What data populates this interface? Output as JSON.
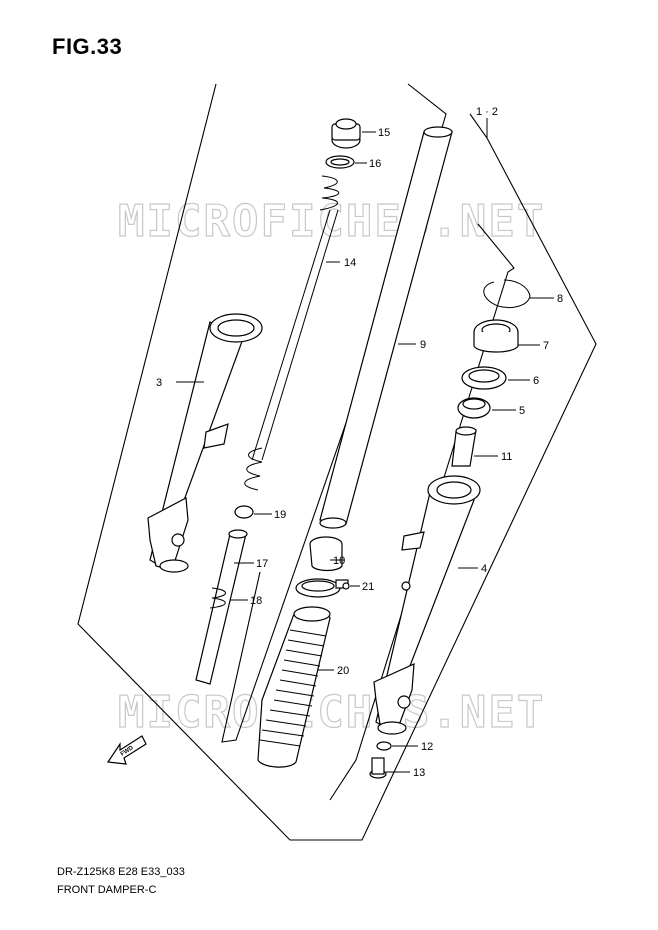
{
  "figure_title": "FIG.33",
  "model_code": "DR-Z125K8 E28 E33_033",
  "diagram_name": "FRONT DAMPER-C",
  "assembly_label": "1 · 2",
  "watermark": "MICROFICHES.NET",
  "fwd_label": "FWD",
  "callouts": {
    "c3": "3",
    "c4": "4",
    "c5": "5",
    "c6": "6",
    "c7": "7",
    "c8": "8",
    "c9": "9",
    "c10": "10",
    "c11": "11",
    "c12": "12",
    "c13": "13",
    "c14": "14",
    "c15": "15",
    "c16": "16",
    "c17": "17",
    "c18": "18",
    "c19": "19",
    "c20": "20",
    "c21": "21"
  }
}
